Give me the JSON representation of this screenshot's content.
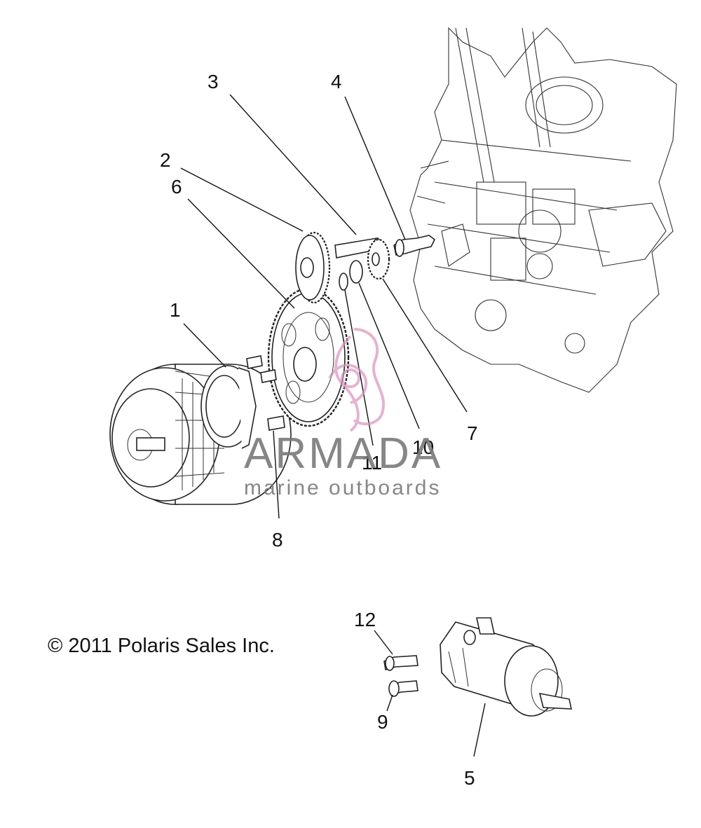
{
  "callouts": {
    "c1": "1",
    "c2": "2",
    "c3": "3",
    "c4": "4",
    "c5": "5",
    "c6": "6",
    "c7": "7",
    "c8": "8",
    "c9": "9",
    "c10": "10",
    "c11": "11",
    "c12": "12"
  },
  "copyright": "© 2011 Polaris Sales Inc.",
  "watermark": {
    "brand": "ARMADA",
    "tagline": "marine outboards",
    "logo_color": "#d98fb8",
    "text_color": "#7a7a7a"
  }
}
